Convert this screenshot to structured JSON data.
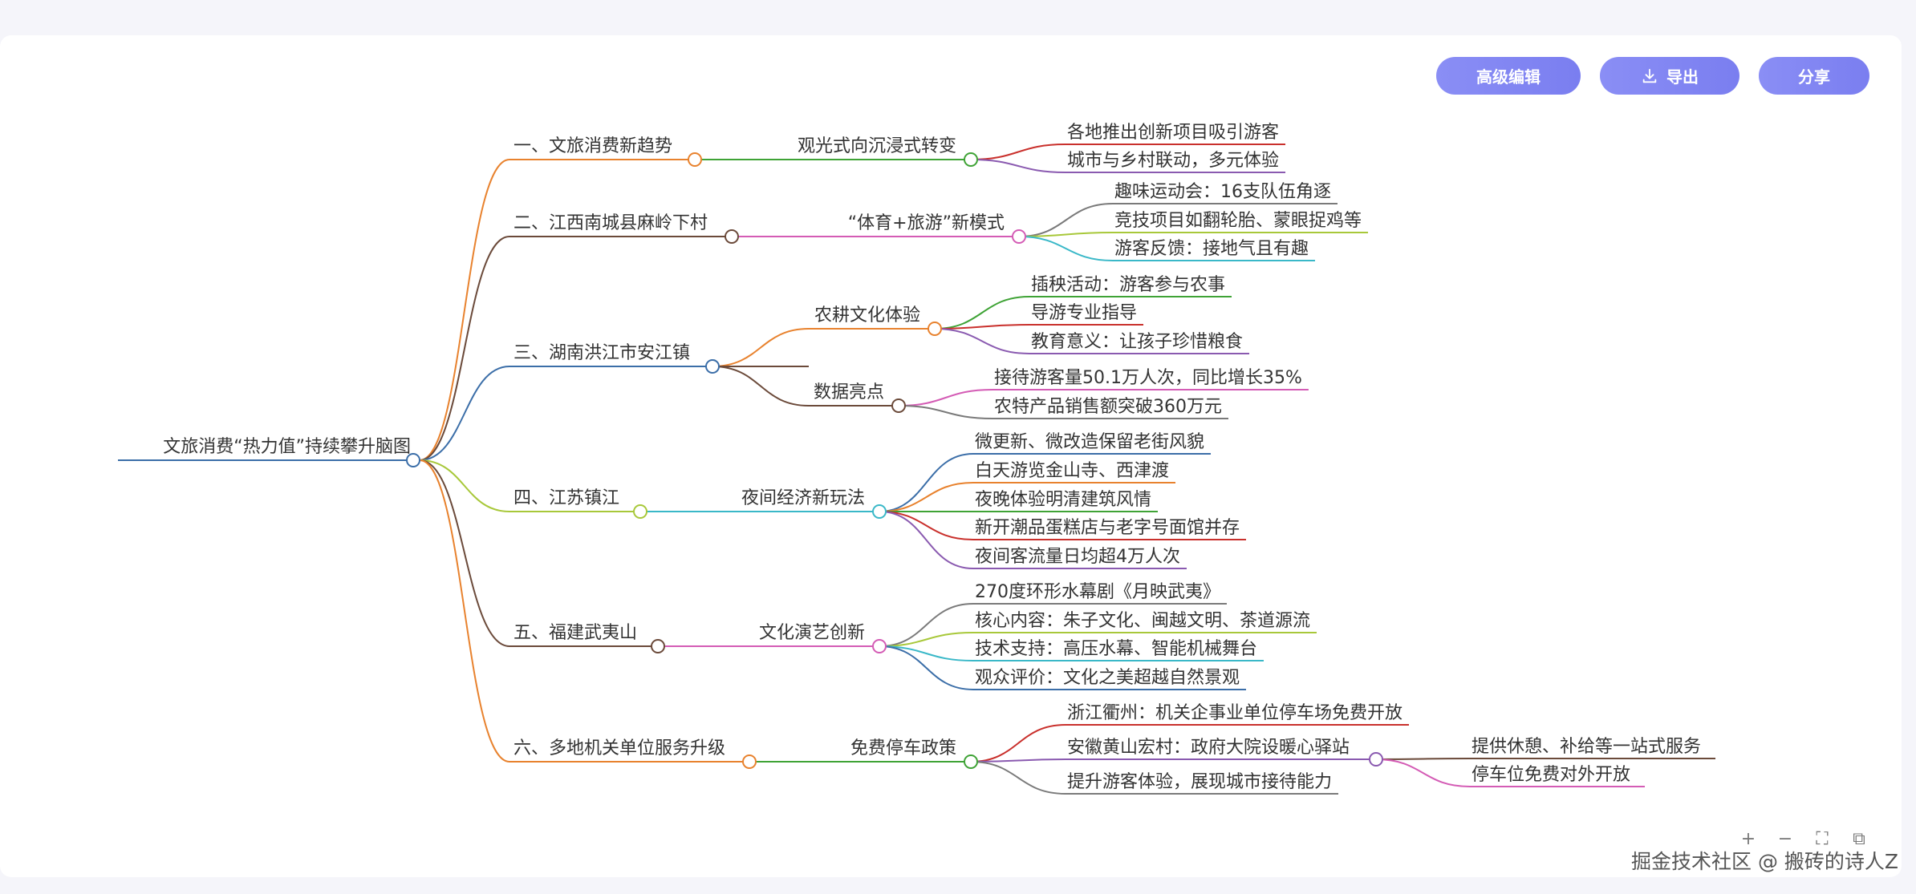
{
  "toolbar": {
    "advanced_edit": "高级编辑",
    "export": "导出",
    "share": "分享"
  },
  "mindmap": {
    "root": "文旅消费“热力值”持续攀升脑图",
    "branches": [
      {
        "label": "一、文旅消费新趋势",
        "color": "#e8822e",
        "children": [
          {
            "label": "观光式向沉浸式转变",
            "color": "#3fa336",
            "children": [
              {
                "label": "各地推出创新项目吸引游客",
                "color": "#c9302c"
              },
              {
                "label": "城市与乡村联动，多元体验",
                "color": "#8a5ab0"
              }
            ]
          }
        ]
      },
      {
        "label": "二、江西南城县麻岭下村",
        "color": "#6b4a3a",
        "children": [
          {
            "label": "“体育+旅游”新模式",
            "color": "#d45cb5",
            "children": [
              {
                "label": "趣味运动会：16支队伍角逐",
                "color": "#7a7a7a"
              },
              {
                "label": "竞技项目如翻轮胎、蒙眼捉鸡等",
                "color": "#a8c83a"
              },
              {
                "label": "游客反馈：接地气且有趣",
                "color": "#3ab8c8"
              }
            ]
          }
        ]
      },
      {
        "label": "三、湖南洪江市安江镇",
        "color": "#3b6ea8",
        "children": [
          {
            "label": "农耕文化体验",
            "color": "#e8822e",
            "children": [
              {
                "label": "插秧活动：游客参与农事",
                "color": "#3fa336"
              },
              {
                "label": "导游专业指导",
                "color": "#c9302c"
              },
              {
                "label": "教育意义：让孩子珍惜粮食",
                "color": "#8a5ab0"
              }
            ]
          },
          {
            "label": "数据亮点",
            "color": "#6b4a3a",
            "children": [
              {
                "label": "接待游客量50.1万人次，同比增长35%",
                "color": "#d45cb5"
              },
              {
                "label": "农特产品销售额突破360万元",
                "color": "#7a7a7a"
              }
            ]
          }
        ]
      },
      {
        "label": "四、江苏镇江",
        "color": "#a8c83a",
        "children": [
          {
            "label": "夜间经济新玩法",
            "color": "#3ab8c8",
            "children": [
              {
                "label": "微更新、微改造保留老街风貌",
                "color": "#3b6ea8"
              },
              {
                "label": "白天游览金山寺、西津渡",
                "color": "#e8822e"
              },
              {
                "label": "夜晚体验明清建筑风情",
                "color": "#3fa336"
              },
              {
                "label": "新开潮品蛋糕店与老字号面馆并存",
                "color": "#c9302c"
              },
              {
                "label": "夜间客流量日均超4万人次",
                "color": "#8a5ab0"
              }
            ]
          }
        ]
      },
      {
        "label": "五、福建武夷山",
        "color": "#6b4a3a",
        "children": [
          {
            "label": "文化演艺创新",
            "color": "#d45cb5",
            "children": [
              {
                "label": "270度环形水幕剧《月映武夷》",
                "color": "#7a7a7a"
              },
              {
                "label": "核心内容：朱子文化、闽越文明、茶道源流",
                "color": "#a8c83a"
              },
              {
                "label": "技术支持：高压水幕、智能机械舞台",
                "color": "#3ab8c8"
              },
              {
                "label": "观众评价：文化之美超越自然景观",
                "color": "#3b6ea8"
              }
            ]
          }
        ]
      },
      {
        "label": "六、多地机关单位服务升级",
        "color": "#e8822e",
        "children": [
          {
            "label": "免费停车政策",
            "color": "#3fa336",
            "children": [
              {
                "label": "浙江衢州：机关企事业单位停车场免费开放",
                "color": "#c9302c"
              },
              {
                "label": "安徽黄山宏村：政府大院设暖心驿站",
                "color": "#8a5ab0",
                "children": [
                  {
                    "label": "提供休憩、补给等一站式服务",
                    "color": "#6b4a3a"
                  },
                  {
                    "label": "停车位免费对外开放",
                    "color": "#d45cb5"
                  }
                ]
              },
              {
                "label": "提升游客体验，展现城市接待能力",
                "color": "#7a7a7a"
              }
            ]
          }
        ]
      }
    ]
  },
  "zoom_controls": [
    "+",
    "−",
    "⛶",
    "⧉"
  ],
  "watermark": "掘金技术社区 @ 搬砖的诗人Z",
  "colors": {
    "button_gradient_start": "#8a8ef5",
    "button_gradient_end": "#7a7ef0",
    "root_line": "#3b6ea8",
    "text": "#333333"
  }
}
